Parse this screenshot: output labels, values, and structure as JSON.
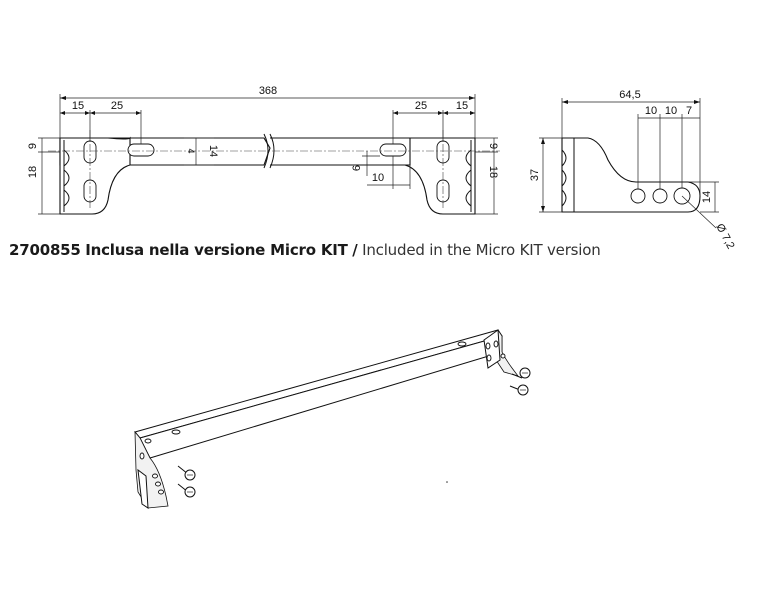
{
  "caption": {
    "code": "2700855",
    "italian": "Inclusa nella versione Micro KIT",
    "separator": "/",
    "english": "Included in the Micro KIT version"
  },
  "front_view": {
    "overall_length": "368",
    "left_offset": "15",
    "left_spacing": "25",
    "right_spacing": "25",
    "right_offset": "15",
    "left_height_upper": "9",
    "left_height_lower": "18",
    "right_height_upper": "9",
    "right_height_lower": "18",
    "slot_height": "14",
    "small_marks": "4",
    "slot_depth": "6",
    "slot_width": "10"
  },
  "side_view": {
    "overall_width": "64,5",
    "hole_spacing_a": "10",
    "hole_spacing_b": "10",
    "hole_spacing_c": "7",
    "height": "37",
    "hole_height": "14",
    "hole_diameter": "Ø 7,2"
  },
  "colors": {
    "line": "#111111",
    "background": "#ffffff"
  }
}
